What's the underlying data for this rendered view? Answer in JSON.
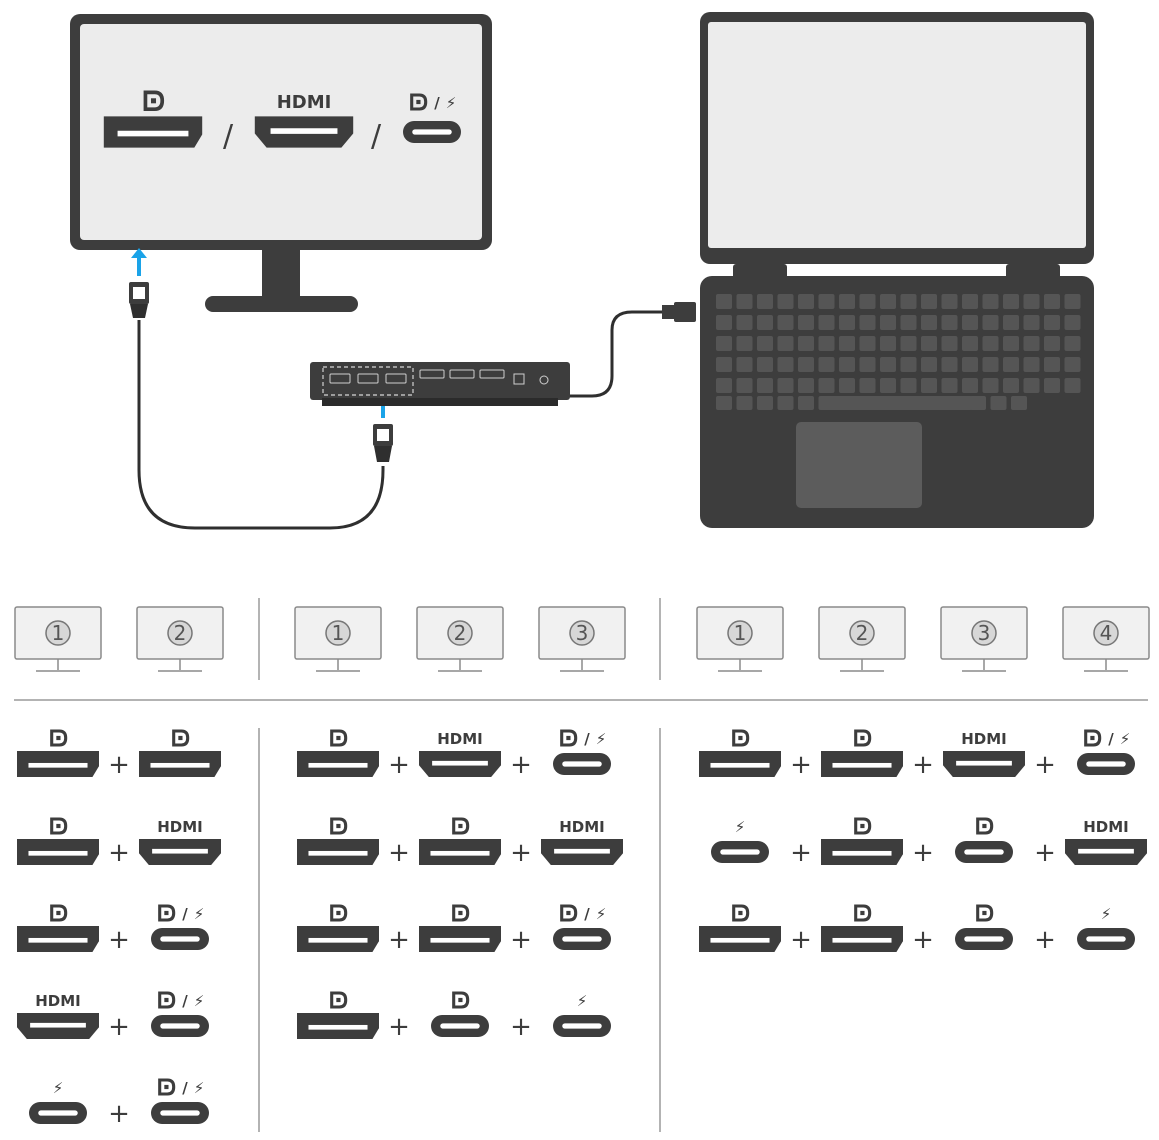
{
  "labels": {
    "dp": "DP",
    "hdmi": "HDMI",
    "slash": "/",
    "bolt": "⚡",
    "plus": "+"
  },
  "colors": {
    "dark": "#3d3d3d",
    "screen": "#ececec",
    "monitor_icon": "#f1f1f1",
    "arrow": "#1aa3e8",
    "divider": "#9a9a9a",
    "key": "#555555"
  },
  "icons": [
    "displayport-port",
    "hdmi-port",
    "usb-c-port",
    "thunderbolt-icon",
    "monitor-icon",
    "laptop",
    "docking-station",
    "arrow-up-icon"
  ],
  "top_monitor_ports": [
    "dp",
    "hdmi",
    "dp_tb"
  ],
  "groups": [
    {
      "monitors": [
        "1",
        "2"
      ],
      "rows": [
        [
          "dp",
          "dp"
        ],
        [
          "dp",
          "hdmi"
        ],
        [
          "dp",
          "dp_tb"
        ],
        [
          "hdmi",
          "dp_tb"
        ],
        [
          "tb",
          "dp_tb"
        ]
      ]
    },
    {
      "monitors": [
        "1",
        "2",
        "3"
      ],
      "rows": [
        [
          "dp",
          "hdmi",
          "dp_tb"
        ],
        [
          "dp",
          "dp",
          "hdmi"
        ],
        [
          "dp",
          "dp",
          "dp_tb"
        ],
        [
          "dp",
          "dp_c",
          "tb"
        ]
      ]
    },
    {
      "monitors": [
        "1",
        "2",
        "3",
        "4"
      ],
      "rows": [
        [
          "dp",
          "dp",
          "hdmi",
          "dp_tb"
        ],
        [
          "tb",
          "dp",
          "dp_c",
          "hdmi"
        ],
        [
          "dp",
          "dp",
          "dp_c",
          "tb"
        ]
      ]
    }
  ]
}
